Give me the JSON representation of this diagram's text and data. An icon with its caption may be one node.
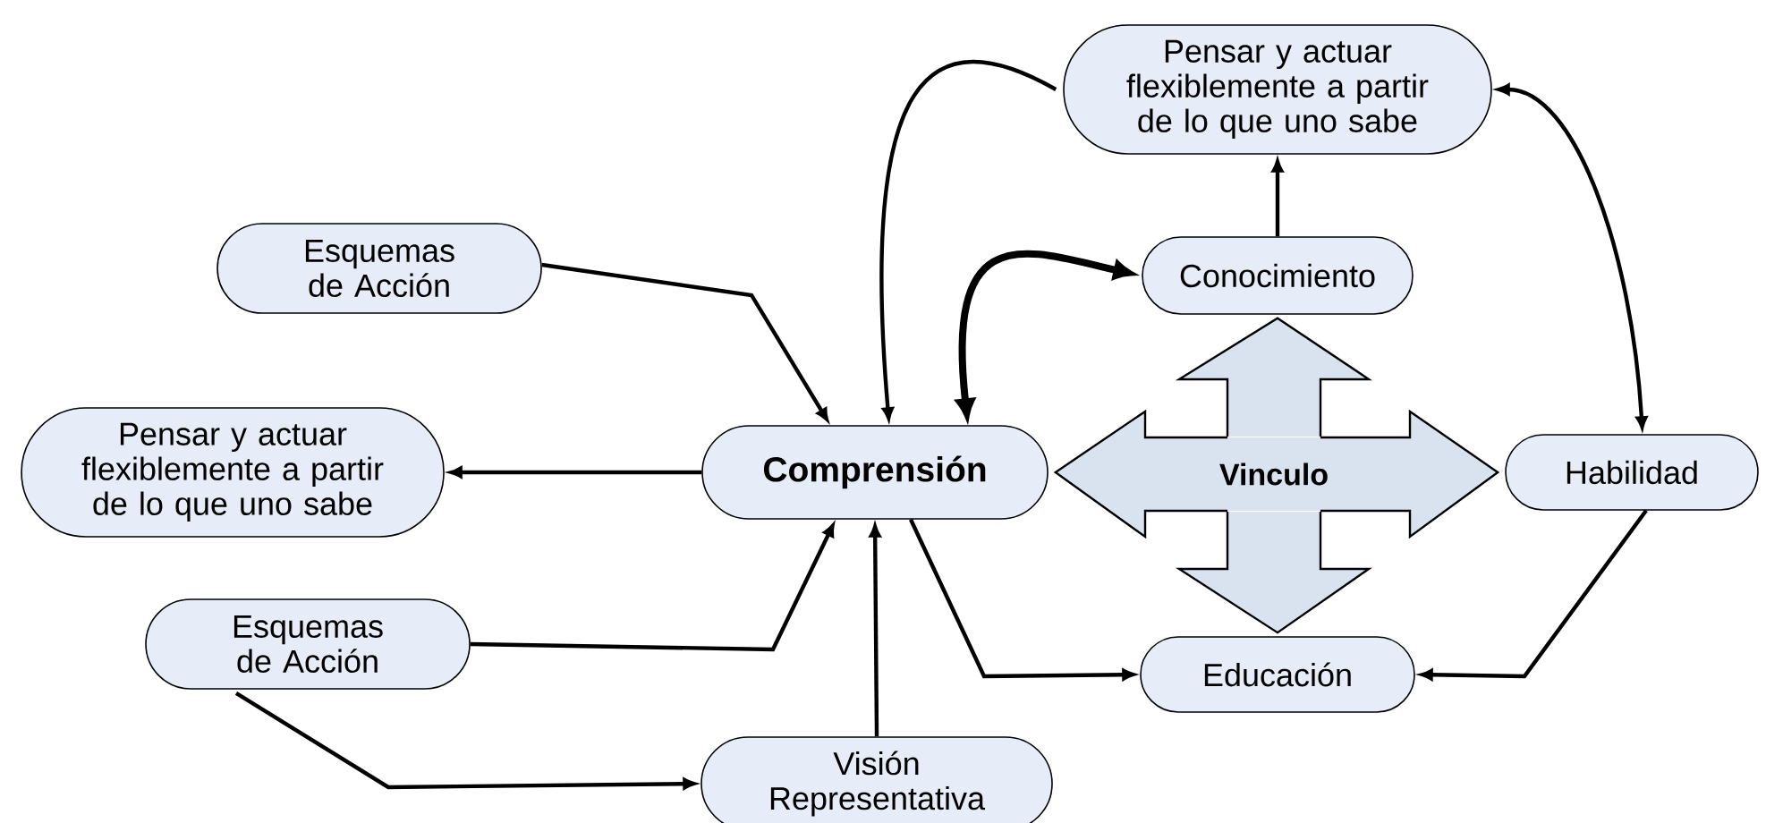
{
  "diagram": {
    "nodes": [
      {
        "text": [
          "Pensar y actuar flexiblemente a partir de lo que uno sabe"
        ]
      },
      {
        "text": [
          "Esquemas de Acción"
        ]
      },
      {
        "text": [
          "Conocimiento"
        ]
      },
      {
        "text": [
          "Pensar y actuar flexiblemente a partir de lo que uno sabe"
        ]
      },
      {
        "text": [
          "Comprensión"
        ]
      },
      {
        "text": [
          "Vinculo"
        ]
      },
      {
        "text": [
          "Habilidad"
        ]
      },
      {
        "text": [
          "Esquemas de Acción"
        ]
      },
      {
        "text": [
          "Educación"
        ]
      },
      {
        "text": [
          "Visión Representativa"
        ]
      }
    ],
    "edges": [
      {
        "from": 0,
        "to": 4,
        "arrow": "to"
      },
      {
        "from": 2,
        "to": 4,
        "arrow": "both",
        "style": "thick"
      },
      {
        "from": 2,
        "to": 0,
        "arrow": "to"
      },
      {
        "from": 0,
        "to": 6,
        "arrow": "both"
      },
      {
        "from": 1,
        "to": 4,
        "arrow": "to"
      },
      {
        "from": 4,
        "to": 3,
        "arrow": "to"
      },
      {
        "from": 7,
        "to": 4,
        "arrow": "to"
      },
      {
        "from": 9,
        "to": 4,
        "arrow": "to"
      },
      {
        "from": 7,
        "to": 9,
        "arrow": "to"
      },
      {
        "from": 4,
        "to": 8,
        "arrow": "to"
      },
      {
        "from": 6,
        "to": 8,
        "arrow": "to"
      },
      {
        "from": 5,
        "to": 2,
        "arrow": "to"
      },
      {
        "from": 5,
        "to": 4,
        "arrow": "to"
      },
      {
        "from": 5,
        "to": 6,
        "arrow": "to"
      },
      {
        "from": 5,
        "to": 8,
        "arrow": "to"
      }
    ]
  }
}
